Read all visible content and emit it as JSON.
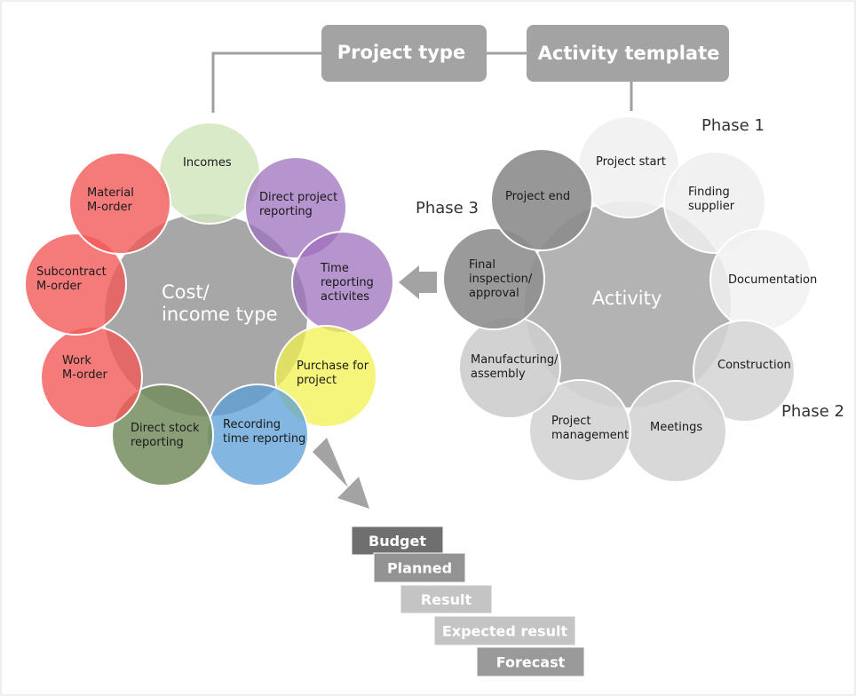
{
  "header": {
    "project_type": "Project type",
    "activity_template": "Activity template"
  },
  "cost_wheel": {
    "center": [
      "Cost/",
      "income type"
    ],
    "items": [
      {
        "lines": [
          "Incomes"
        ],
        "color": "#d2e6c0"
      },
      {
        "lines": [
          "Direct project",
          "reporting"
        ],
        "color": "#9d70bd"
      },
      {
        "lines": [
          "Time",
          "reporting",
          "activites"
        ],
        "color": "#9d70bd"
      },
      {
        "lines": [
          "Purchase for",
          "project"
        ],
        "color": "#f1f14f"
      },
      {
        "lines": [
          "Recording",
          "time reporting"
        ],
        "color": "#5a9ed6"
      },
      {
        "lines": [
          "Direct stock",
          "reporting"
        ],
        "color": "#748c5e"
      },
      {
        "lines": [
          "Work",
          "M-order"
        ],
        "color": "#f25a5a"
      },
      {
        "lines": [
          "Subcontract",
          "M-order"
        ],
        "color": "#f25a5a"
      },
      {
        "lines": [
          "Material",
          "M-order"
        ],
        "color": "#f25a5a"
      }
    ]
  },
  "activity_wheel": {
    "center": "Activity",
    "items": [
      {
        "lines": [
          "Project start"
        ],
        "color": "#f1f1f1"
      },
      {
        "lines": [
          "Finding",
          "supplier"
        ],
        "color": "#eeeeee"
      },
      {
        "lines": [
          "Documentation"
        ],
        "color": "#f1f1f1"
      },
      {
        "lines": [
          "Construction"
        ],
        "color": "#d4d4d4"
      },
      {
        "lines": [
          "Meetings"
        ],
        "color": "#d4d4d4"
      },
      {
        "lines": [
          "Project",
          "management"
        ],
        "color": "#d4d4d4"
      },
      {
        "lines": [
          "Manufacturing/",
          "assembly"
        ],
        "color": "#cdcdcd"
      },
      {
        "lines": [
          "Final",
          "inspection/",
          "approval"
        ],
        "color": "#8f8f8f"
      },
      {
        "lines": [
          "Project end"
        ],
        "color": "#8c8c8c"
      }
    ],
    "phases": [
      "Phase 1",
      "Phase 2",
      "Phase 3"
    ]
  },
  "stack": [
    {
      "label": "Budget",
      "color": "#6f6f6f"
    },
    {
      "label": "Planned",
      "color": "#939393"
    },
    {
      "label": "Result",
      "color": "#c4c4c4"
    },
    {
      "label": "Expected result",
      "color": "#c4c4c4"
    },
    {
      "label": "Forecast",
      "color": "#9a9a9a"
    }
  ]
}
